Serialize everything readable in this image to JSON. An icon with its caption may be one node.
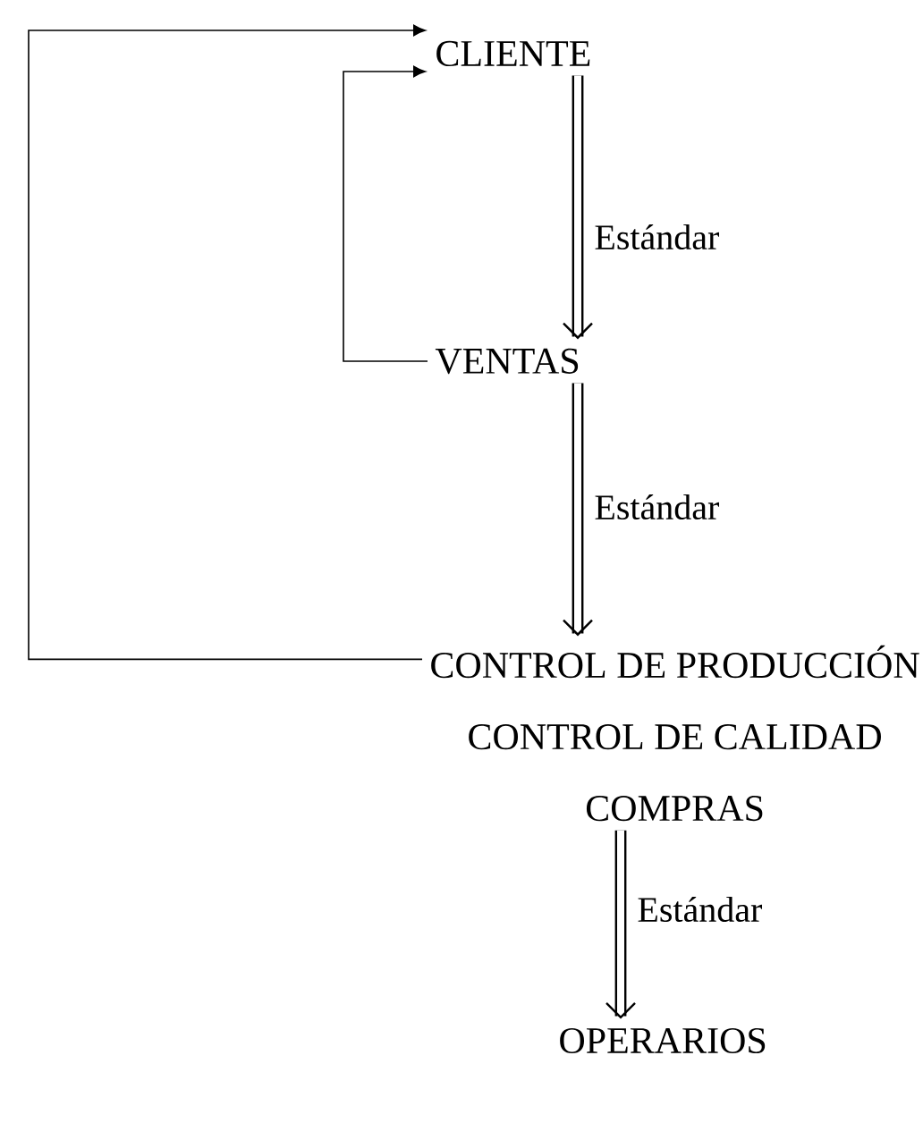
{
  "diagram": {
    "nodes": [
      {
        "text": [
          "CLIENTE"
        ]
      },
      {
        "text": [
          "VENTAS"
        ]
      },
      {
        "text": [
          "CONTROL DE PRODUCCIÓN",
          "CONTROL DE CALIDAD",
          "COMPRAS"
        ]
      },
      {
        "text": [
          "OPERARIOS"
        ]
      }
    ],
    "edges": [
      {
        "from": 0,
        "to": 1,
        "arrow": "to",
        "label": "Estándar"
      },
      {
        "from": 1,
        "to": 2,
        "arrow": "to",
        "label": "Estándar"
      },
      {
        "from": 2,
        "to": 3,
        "arrow": "to",
        "label": "Estándar"
      },
      {
        "from": 1,
        "to": 0,
        "arrow": "to"
      },
      {
        "from": 2,
        "to": 0,
        "arrow": "to"
      }
    ]
  }
}
